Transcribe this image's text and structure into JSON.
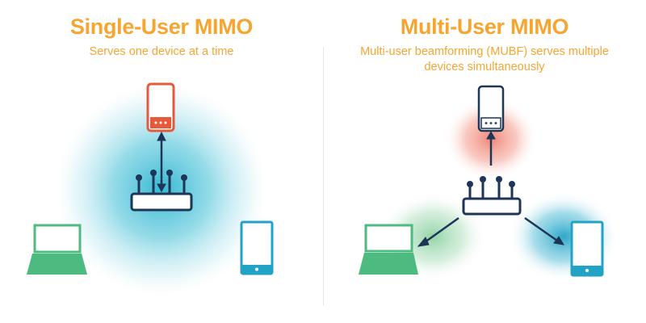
{
  "panels": {
    "single": {
      "title": "Single-User MIMO",
      "subtitle": "Serves one device at a time"
    },
    "multi": {
      "title": "Multi-User MIMO",
      "subtitle": "Multi-user beamforming (MUBF) serves multiple devices simultaneously"
    }
  },
  "colors": {
    "title": "#f6a531",
    "router_outline": "#1d3557",
    "arrow": "#1d3557",
    "phone": "#e8593a",
    "laptop": "#4dba7f",
    "tablet": "#22a3c6",
    "coverage_single": "#2bb5cf",
    "beam_phone": "#f08070",
    "beam_laptop": "#7fcd97",
    "beam_tablet": "#22a3c6"
  },
  "icons": [
    "router-icon",
    "smartphone-icon",
    "laptop-icon",
    "tablet-icon"
  ]
}
